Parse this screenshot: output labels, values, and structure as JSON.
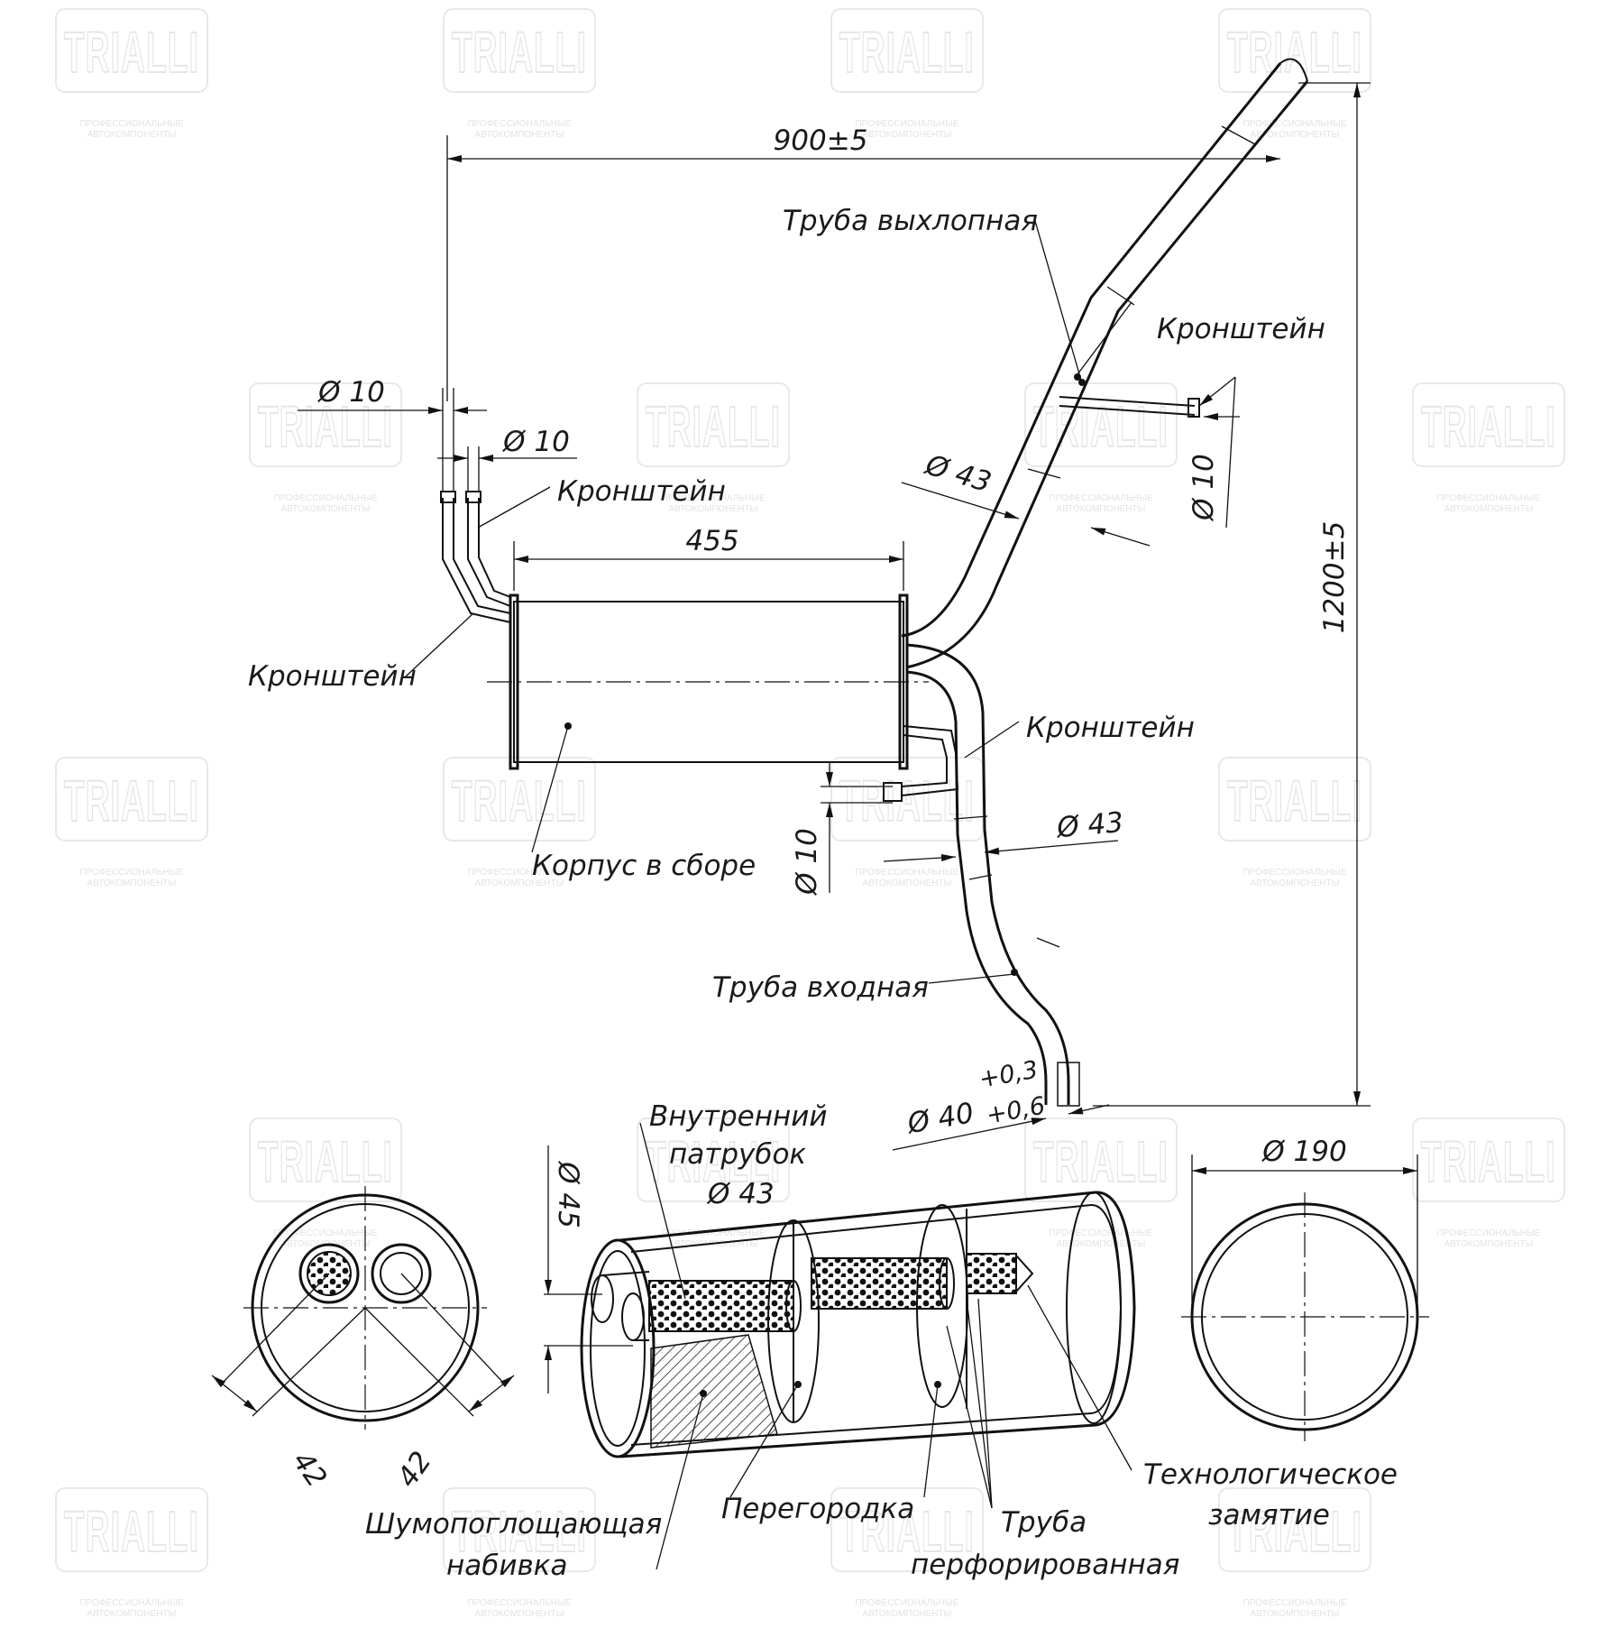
{
  "watermark": {
    "brand": "TRIALLI",
    "tagline_line1": "ПРОФЕССИОНАЛЬНЫЕ",
    "tagline_line2": "АВТОКОМПОНЕНТЫ"
  },
  "labels": {
    "exhaust_pipe": "Труба выхлопная",
    "bracket_top_right": "Кронштейн",
    "bracket_left_upper": "Кронштейн",
    "bracket_left_lower": "Кронштейн",
    "bracket_middle": "Кронштейн",
    "housing": "Корпус в сборе",
    "inlet_pipe": "Труба входная",
    "inner_pipe_line1": "Внутренний",
    "inner_pipe_line2": "патрубок",
    "inner_pipe_line3": "Ø 43",
    "sound_absorbing_line1": "Шумопоглощающая",
    "sound_absorbing_line2": "набивка",
    "partition": "Перегородка",
    "perforated_line1": "Труба",
    "perforated_line2": "перфорированная",
    "tech_crimp_line1": "Технологическое",
    "tech_crimp_line2": "замятие"
  },
  "dimensions": {
    "overall_length": "900±5",
    "overall_height": "1200±5",
    "body_length": "455",
    "dia_bracket_1": "Ø 10",
    "dia_bracket_2": "Ø 10",
    "dia_bracket_3": "Ø 10",
    "dia_bracket_4": "Ø 10",
    "dia_exhaust": "Ø 43",
    "dia_inlet": "Ø 43",
    "dia_inlet_end": "Ø 40",
    "tol_upper": "+0,3",
    "tol_lower": "+0,6",
    "dia_body": "Ø 190",
    "dia_inner": "Ø 45",
    "offset_1": "42",
    "offset_2": "42"
  }
}
